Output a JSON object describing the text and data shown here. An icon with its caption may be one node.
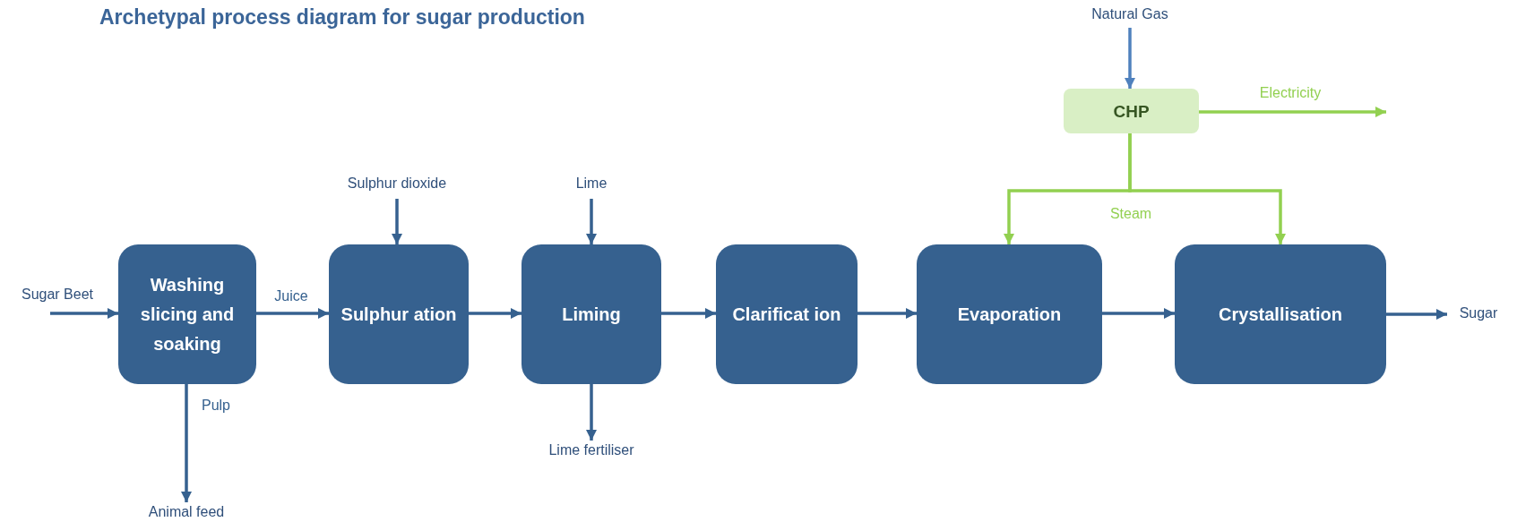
{
  "diagram": {
    "title": "Archetypal process diagram for sugar production",
    "nodes": [
      {
        "text": [
          "Washing slicing and soaking"
        ]
      },
      {
        "text": [
          "Sulphur ation"
        ]
      },
      {
        "text": [
          "Liming"
        ]
      },
      {
        "text": [
          "Clarificat ion"
        ]
      },
      {
        "text": [
          "Evaporation"
        ]
      },
      {
        "text": [
          "Crystallisation"
        ]
      },
      {
        "text": [
          "CHP"
        ]
      },
      {
        "text": [
          "Sugar Beet"
        ]
      },
      {
        "text": [
          "Sulphur dioxide"
        ]
      },
      {
        "text": [
          "Lime"
        ]
      },
      {
        "text": [
          "Lime fertiliser"
        ]
      },
      {
        "text": [
          "Animal feed"
        ]
      },
      {
        "text": [
          "Natural Gas"
        ]
      },
      {
        "text": [
          "Sugar"
        ]
      }
    ],
    "edges": [
      {
        "from": 7,
        "to": 0,
        "arrow": "to"
      },
      {
        "from": 0,
        "to": 1,
        "arrow": "to",
        "label": "Juice"
      },
      {
        "from": 8,
        "to": 1,
        "arrow": "to"
      },
      {
        "from": 1,
        "to": 2,
        "arrow": "to"
      },
      {
        "from": 9,
        "to": 2,
        "arrow": "to"
      },
      {
        "from": 2,
        "to": 10,
        "arrow": "to"
      },
      {
        "from": 0,
        "to": 11,
        "arrow": "to",
        "label": "Pulp"
      },
      {
        "from": 2,
        "to": 3,
        "arrow": "to"
      },
      {
        "from": 3,
        "to": 4,
        "arrow": "to"
      },
      {
        "from": 4,
        "to": 5,
        "arrow": "to"
      },
      {
        "from": 5,
        "to": 13,
        "arrow": "to"
      },
      {
        "from": 12,
        "to": 6,
        "arrow": "to",
        "color": "#4f81bd"
      },
      {
        "from": 6,
        "to": 4,
        "arrow": "to",
        "label": "Steam",
        "color": "#92d050"
      },
      {
        "from": 6,
        "to": 5,
        "arrow": "to",
        "color": "#92d050"
      },
      {
        "from": 6,
        "to": null,
        "arrow": "to",
        "label": "Electricity",
        "color": "#92d050"
      }
    ]
  }
}
